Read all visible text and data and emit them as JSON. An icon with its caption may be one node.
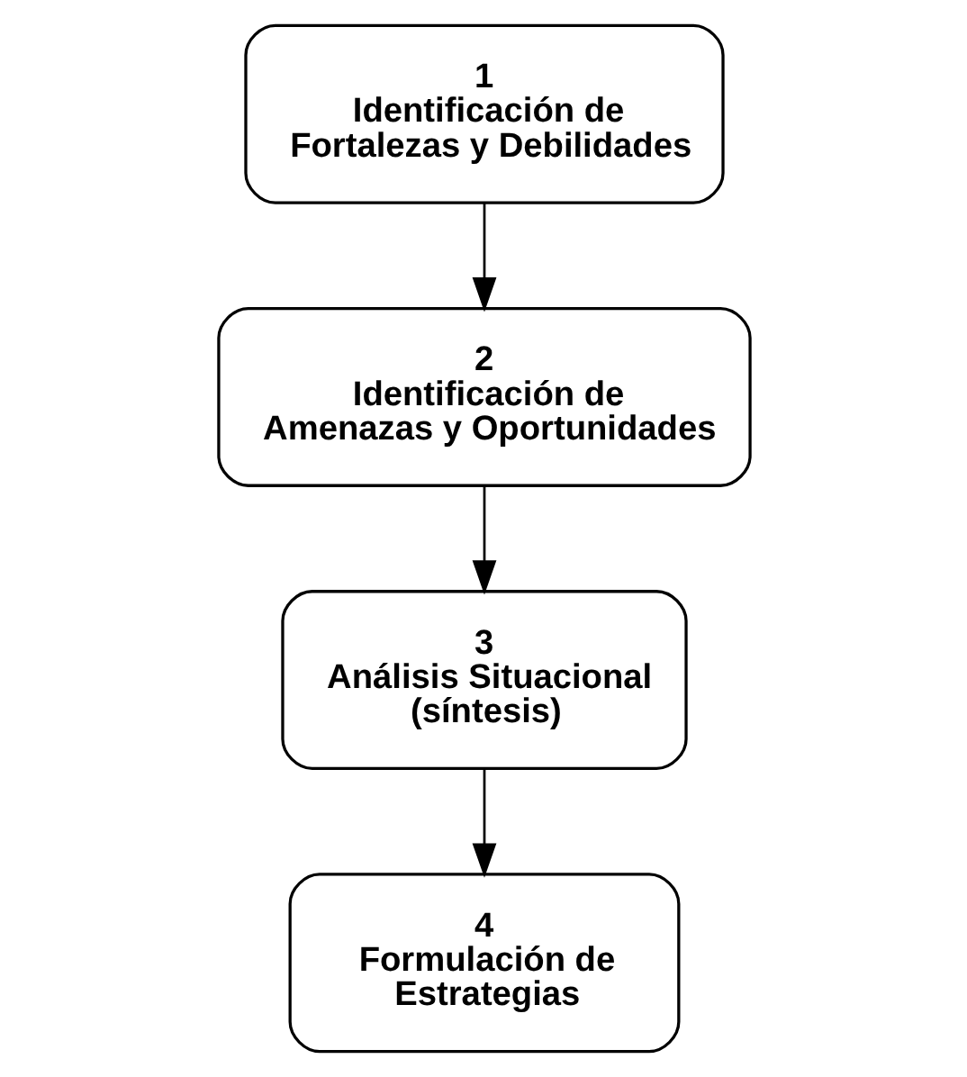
{
  "diagram": {
    "nodes": [
      {
        "text": [
          "1",
          "Identificación de Fortalezas y Debilidades"
        ]
      },
      {
        "text": [
          "2",
          "Identificación de Amenazas y Oportunidades"
        ]
      },
      {
        "text": [
          "3",
          "Análisis Situacional (síntesis)"
        ]
      },
      {
        "text": [
          "4",
          "Formulación de Estrategias"
        ]
      }
    ],
    "edges": [
      {
        "from": 0,
        "to": 1,
        "arrow": "to"
      },
      {
        "from": 1,
        "to": 2,
        "arrow": "to"
      },
      {
        "from": 2,
        "to": 3,
        "arrow": "to"
      }
    ]
  }
}
